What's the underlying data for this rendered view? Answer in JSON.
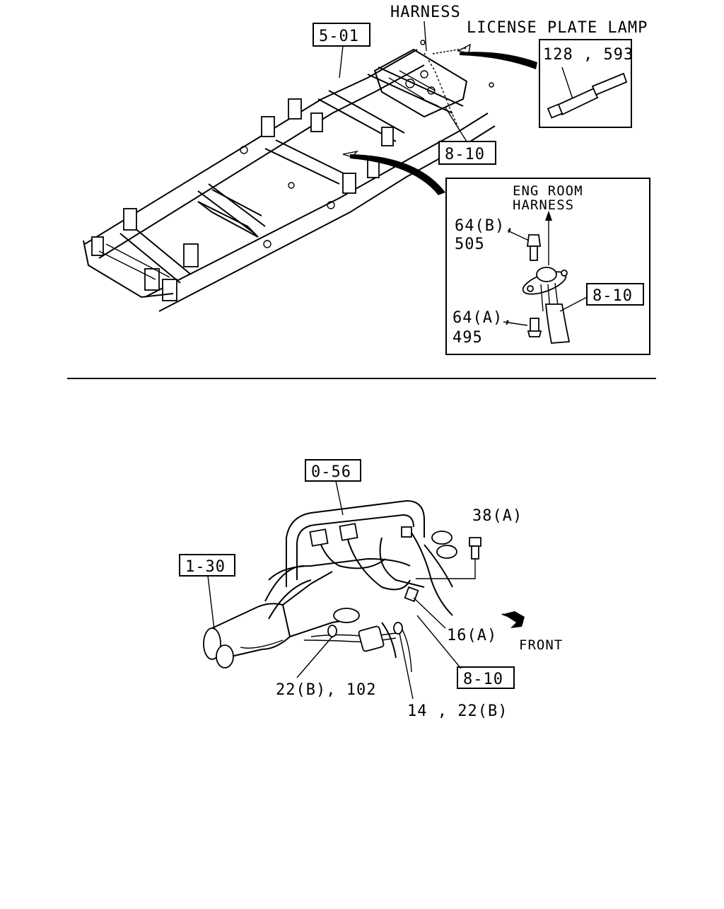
{
  "top_diagram": {
    "callouts": {
      "harness": "HARNESS",
      "license_plate_lamp": "LICENSE PLATE LAMP",
      "frame_ref": "5-01",
      "clip_ref": "8-10",
      "lamp_part_numbers": "128 , 593"
    },
    "detail": {
      "harness_line1": "ENG ROOM",
      "harness_line2": "HARNESS",
      "bolt_b_line1": "64(B),",
      "bolt_b_line2": "505",
      "bolt_a_line1": "64(A),",
      "bolt_a_line2": "495",
      "clip_ref": "8-10"
    }
  },
  "bottom_diagram": {
    "callouts": {
      "tank_ref": "0-56",
      "exhaust_ref": "1-30",
      "bolt_38a": "38(A)",
      "clip_16a": "16(A)",
      "front_label": "FRONT",
      "clip_ref": "8-10",
      "clip_22b_102": "22(B), 102",
      "clip_14_22b": "14 , 22(B)"
    }
  }
}
